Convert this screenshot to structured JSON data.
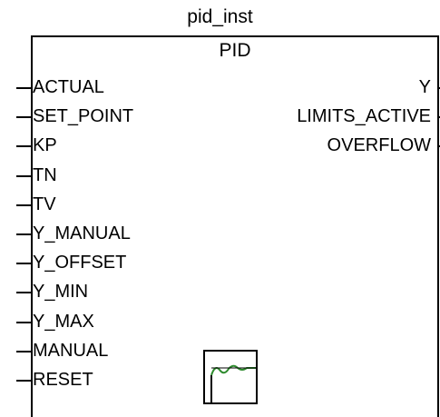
{
  "instance_name": "pid_inst",
  "type_name": "PID",
  "inputs": [
    "ACTUAL",
    "SET_POINT",
    "KP",
    "TN",
    "TV",
    "Y_MANUAL",
    "Y_OFFSET",
    "Y_MIN",
    "Y_MAX",
    "MANUAL",
    "RESET"
  ],
  "outputs": [
    "Y",
    "LIMITS_ACTIVE",
    "OVERFLOW"
  ],
  "icons": {
    "block_bitmap": "pid-response-curve-icon"
  },
  "colors": {
    "curve": "#2e8b2e",
    "line": "#000000"
  }
}
